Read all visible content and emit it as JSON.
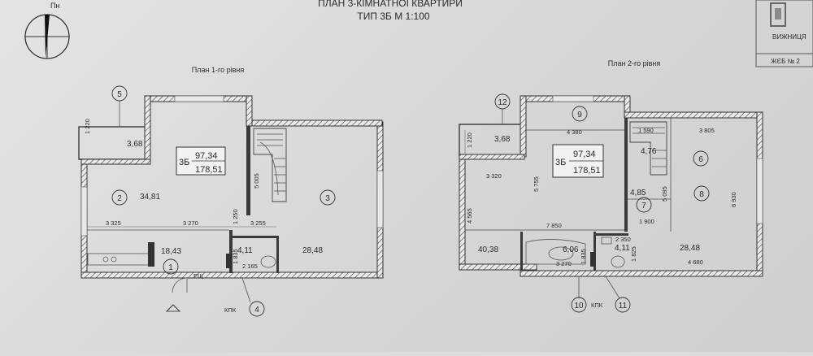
{
  "header": {
    "title": "ПЛАН 3-КІМНАТНОЇ КВАРТИРИ",
    "subtitle": "ТИП 3Б   М 1:100"
  },
  "compass": {
    "label": "Пн"
  },
  "stamp": {
    "text": "ВИЖНИЦЯ",
    "number": "ЖЄБ № 2"
  },
  "plan1": {
    "title": "План 1-го рівня",
    "type_label": "3Б",
    "area_living": "97,34",
    "area_total": "178,51",
    "rooms": [
      {
        "num": "2",
        "area": "34,81"
      },
      {
        "num": "3",
        "area": "28,48"
      },
      {
        "num": "1",
        "area": "18,43"
      },
      {
        "num": "",
        "area": "4,11"
      },
      {
        "num": "",
        "area": "3,68"
      }
    ],
    "callouts": [
      "5",
      "4"
    ],
    "dims": [
      "1 220",
      "3 325",
      "3 270",
      "3 255",
      "1 250",
      "5 005",
      "2 165",
      "1 835"
    ],
    "labels": [
      "КПК",
      "ЕЩ"
    ]
  },
  "plan2": {
    "title": "План 2-го рівня",
    "type_label": "3Б",
    "area_living": "97,34",
    "area_total": "178,51",
    "rooms": [
      {
        "num": "9",
        "area": ""
      },
      {
        "num": "6",
        "area": "4,76"
      },
      {
        "num": "7",
        "area": "4,85"
      },
      {
        "num": "8",
        "area": "28,48"
      },
      {
        "num": "",
        "area": "40,38"
      },
      {
        "num": "",
        "area": "6,06"
      },
      {
        "num": "",
        "area": "4,11"
      },
      {
        "num": "",
        "area": "3,68"
      }
    ],
    "callouts": [
      "12",
      "10",
      "11"
    ],
    "dims": [
      "1 220",
      "4 380",
      "1 590",
      "3 805",
      "3 320",
      "5 755",
      "4 565",
      "7 850",
      "1 900",
      "2 350",
      "3 270",
      "4 680",
      "6 930",
      "5 095",
      "1 835",
      "1 825"
    ],
    "labels": [
      "КПК"
    ]
  }
}
